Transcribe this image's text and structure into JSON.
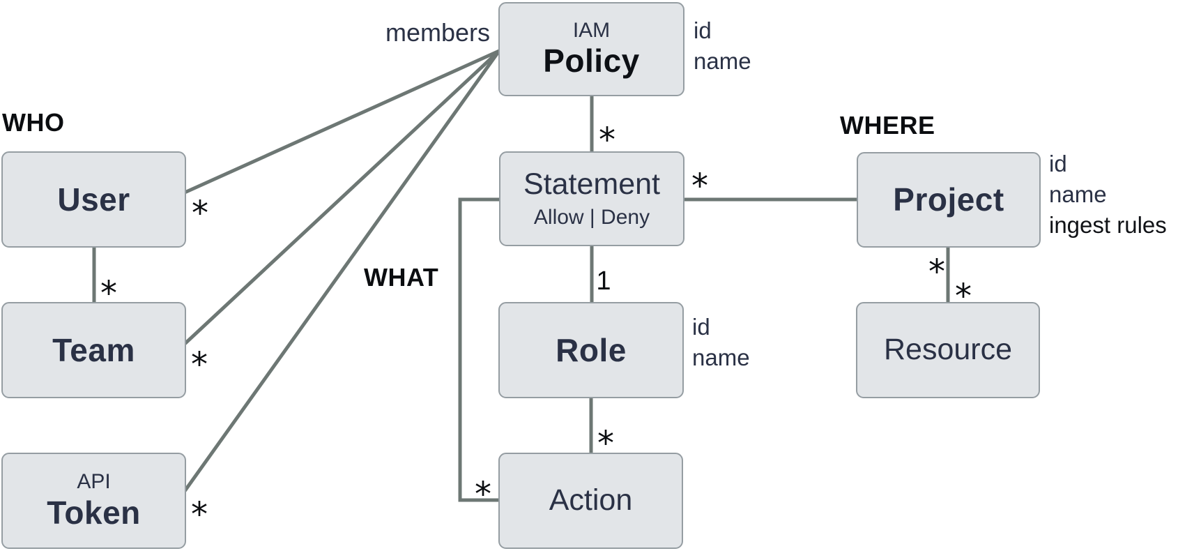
{
  "diagram": {
    "title_hint": "IAM policy entity diagram",
    "colors": {
      "box_fill": "#e2e5e8",
      "box_border": "#959da2",
      "edge_line": "#6d7774",
      "entity_text": "#2a3145",
      "black_text": "#0b0d10"
    },
    "group_labels": {
      "who": "WHO",
      "what": "WHAT",
      "where": "WHERE"
    },
    "entities": {
      "policy": {
        "pre": "IAM",
        "name": "Policy",
        "attributes": [
          "id",
          "name"
        ]
      },
      "user": {
        "name": "User"
      },
      "team": {
        "name": "Team"
      },
      "token": {
        "pre": "API",
        "name": "Token"
      },
      "statement": {
        "name": "Statement",
        "sub": "Allow | Deny"
      },
      "role": {
        "name": "Role",
        "attributes": [
          "id",
          "name"
        ]
      },
      "action": {
        "name": "Action"
      },
      "project": {
        "name": "Project",
        "attributes": [
          "id",
          "name",
          "ingest rules"
        ]
      },
      "resource": {
        "name": "Resource"
      }
    },
    "edge_labels": {
      "members": "members",
      "policy_statement": "*",
      "statement_role": "1",
      "role_action": "*",
      "statement_action": "*",
      "statement_project": "*",
      "project_resource_upper": "*",
      "project_resource_lower": "*",
      "policy_user": "*",
      "policy_team": "*",
      "policy_token": "*",
      "user_team": "*"
    }
  }
}
